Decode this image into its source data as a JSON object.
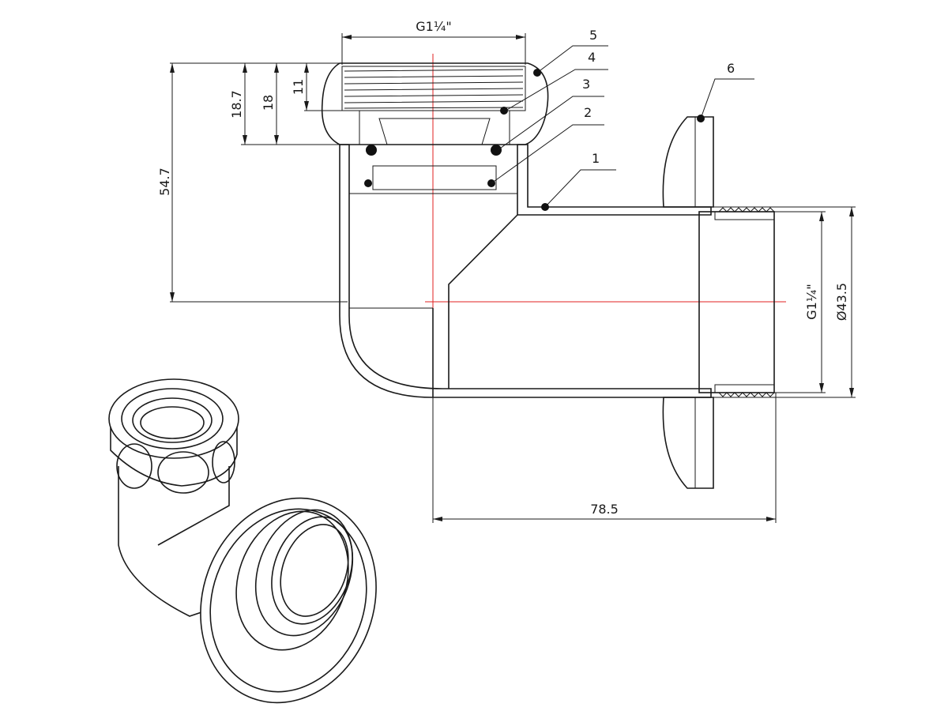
{
  "title": "Elbow wall fitting G1¼\" – technical drawing",
  "dimensions": {
    "top_thread": "G1¼\"",
    "height_total": "54.7",
    "height_18_7": "18.7",
    "height_18": "18",
    "height_11": "11",
    "outlet_thread": "G1¼\"",
    "outlet_diameter": "Ø43.5",
    "length": "78.5"
  },
  "callouts": [
    "1",
    "2",
    "3",
    "4",
    "5",
    "6"
  ],
  "colors": {
    "line": "#1a1a1a",
    "centerline": "#e02020",
    "background": "#ffffff"
  }
}
